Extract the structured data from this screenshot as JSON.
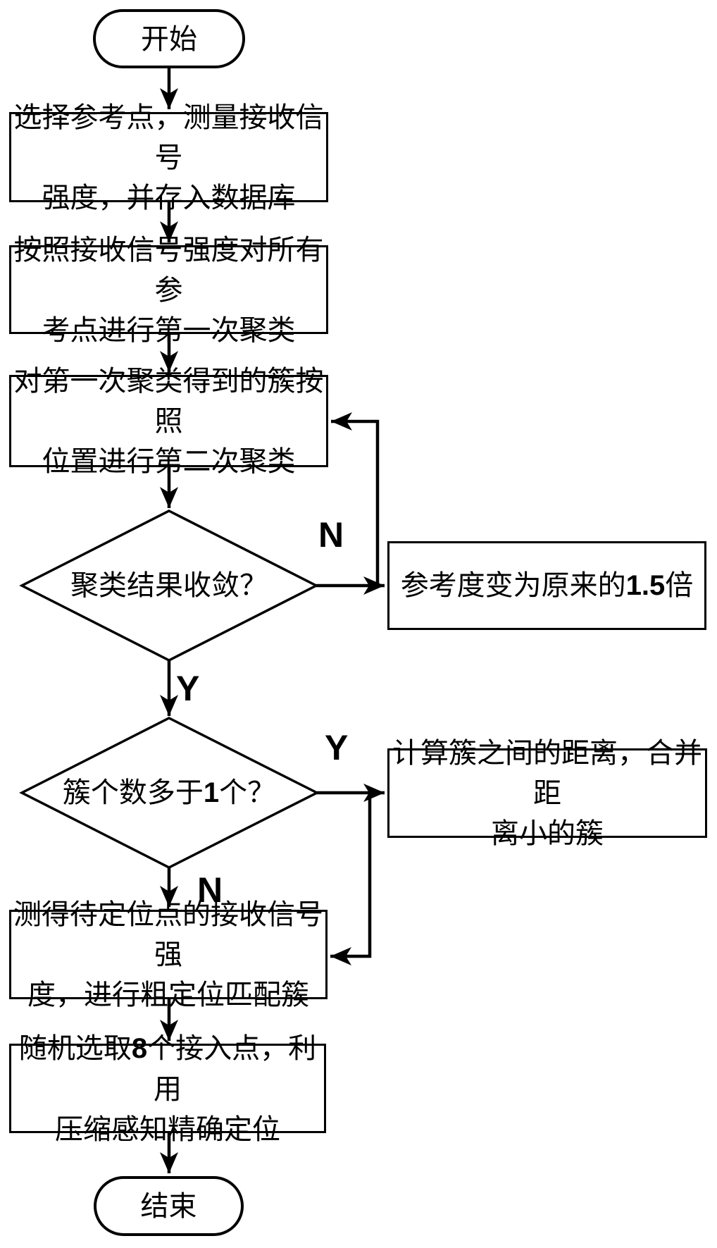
{
  "flow": {
    "start": {
      "label": "开始"
    },
    "step1": {
      "text": "选择参考点，测量接收信号强度，并存入数据库",
      "lines": [
        "选择参考点，测量接收信号",
        "强度，并存入数据库"
      ]
    },
    "step2": {
      "text": "按照接收信号强度对所有参考点进行第一次聚类",
      "lines": [
        "按照接收信号强度对所有参",
        "考点进行第一次聚类"
      ]
    },
    "step3": {
      "text": "对第一次聚类得到的簇按照位置进行第二次聚类",
      "lines": [
        "对第一次聚类得到的簇按照",
        "位置进行第二次聚类"
      ]
    },
    "decision1": {
      "label": "聚类结果收敛？"
    },
    "adjust": {
      "label": "参考度变为原来的1.5倍"
    },
    "decision2": {
      "label": "簇个数多于1个？"
    },
    "merge": {
      "text": "计算簇之间的距离，合并距离小的簇",
      "lines": [
        "计算簇之间的距离，合并距",
        "离小的簇"
      ]
    },
    "step4": {
      "text": "测得待定位点的接收信号强度，进行粗定位匹配簇",
      "lines": [
        "测得待定位点的接收信号强",
        "度，进行粗定位匹配簇"
      ]
    },
    "step5": {
      "text": "随机选取8个接入点，利用压缩感知精确定位",
      "lines": [
        "随机选取8个接入点，利用",
        "压缩感知精确定位"
      ]
    },
    "end": {
      "label": "结束"
    }
  },
  "branches": {
    "d1_no": "N",
    "d1_yes": "Y",
    "d2_yes": "Y",
    "d2_no": "N"
  },
  "edges": [
    {
      "from": "start",
      "to": "step1",
      "label": ""
    },
    {
      "from": "step1",
      "to": "step2",
      "label": ""
    },
    {
      "from": "step2",
      "to": "step3",
      "label": ""
    },
    {
      "from": "step3",
      "to": "decision1",
      "label": ""
    },
    {
      "from": "decision1",
      "to": "adjust",
      "label": "N"
    },
    {
      "from": "adjust",
      "to": "step3",
      "label": ""
    },
    {
      "from": "decision1",
      "to": "decision2",
      "label": "Y"
    },
    {
      "from": "decision2",
      "to": "merge",
      "label": "Y"
    },
    {
      "from": "merge",
      "to": "step4",
      "label": ""
    },
    {
      "from": "decision2",
      "to": "step4",
      "label": "N"
    },
    {
      "from": "step4",
      "to": "step5",
      "label": ""
    },
    {
      "from": "step5",
      "to": "end",
      "label": ""
    }
  ],
  "colors": {
    "line": "#000000",
    "shape_fill": "#ffffff",
    "text": "#000000",
    "background": "#ffffff"
  }
}
